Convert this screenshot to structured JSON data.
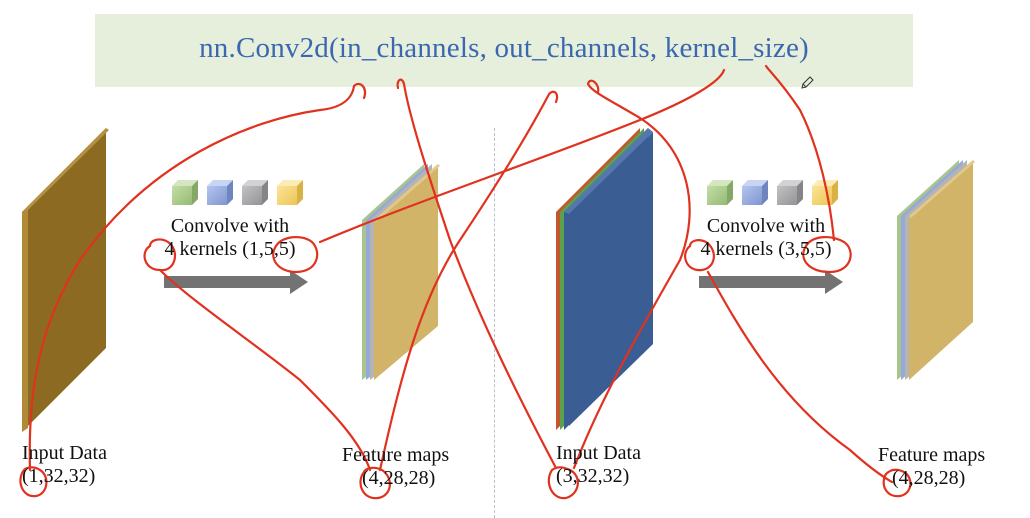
{
  "title": "nn.Conv2d(in_channels, out_channels, kernel_size)",
  "left_panel": {
    "input_label": "Input Data",
    "input_shape": "(1,32,32)",
    "conv_line1": "Convolve with",
    "conv_line2": "4 kernels (1,5,5)",
    "output_label": "Feature maps",
    "output_shape": "(4,28,28)"
  },
  "right_panel": {
    "input_label": "Input Data",
    "input_shape": "(3,32,32)",
    "conv_line1": "Convolve with",
    "conv_line2": "4 kernels (3,5,5)",
    "output_label": "Feature maps",
    "output_shape": "(4,28,28)"
  },
  "colors": {
    "banner_bg": "#e5efdc",
    "title_text": "#3b67b0",
    "annotation_red": "#e0321f",
    "input_mono": "#8c6a22",
    "input_rgb_front": "#3a5d93",
    "feature_map": "#d1b468",
    "arrow": "#707070",
    "kernel_green": "#a9c98a",
    "kernel_blue": "#93a8dc",
    "kernel_gray": "#a4a4a6",
    "kernel_yellow": "#f3d36e"
  }
}
